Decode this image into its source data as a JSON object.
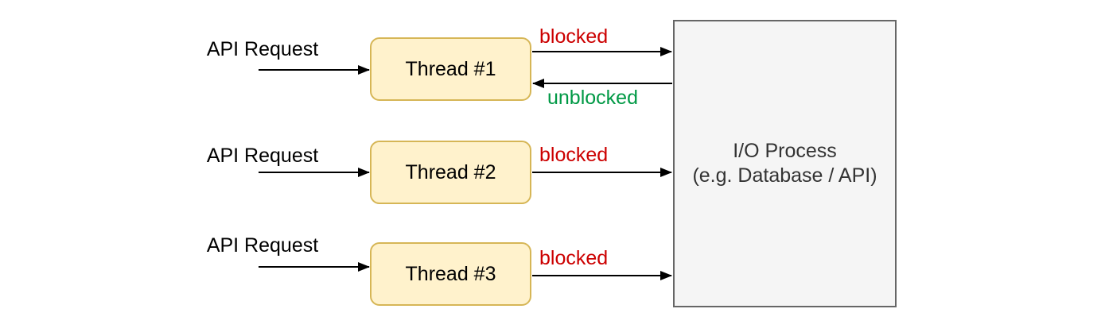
{
  "rows": [
    {
      "request_label": "API Request",
      "thread_label": "Thread #1",
      "blocked_label": "blocked",
      "unblocked_label": "unblocked"
    },
    {
      "request_label": "API Request",
      "thread_label": "Thread #2",
      "blocked_label": "blocked"
    },
    {
      "request_label": "API Request",
      "thread_label": "Thread #3",
      "blocked_label": "blocked"
    }
  ],
  "io_process": {
    "title": "I/O Process",
    "subtitle": "(e.g. Database / API)"
  },
  "colors": {
    "thread_fill": "#FFF2CC",
    "thread_border": "#D6B656",
    "io_fill": "#F5F5F5",
    "io_border": "#666666",
    "io_text": "#333333",
    "blocked_text": "#CC0000",
    "unblocked_text": "#009945",
    "arrow": "#000000"
  }
}
